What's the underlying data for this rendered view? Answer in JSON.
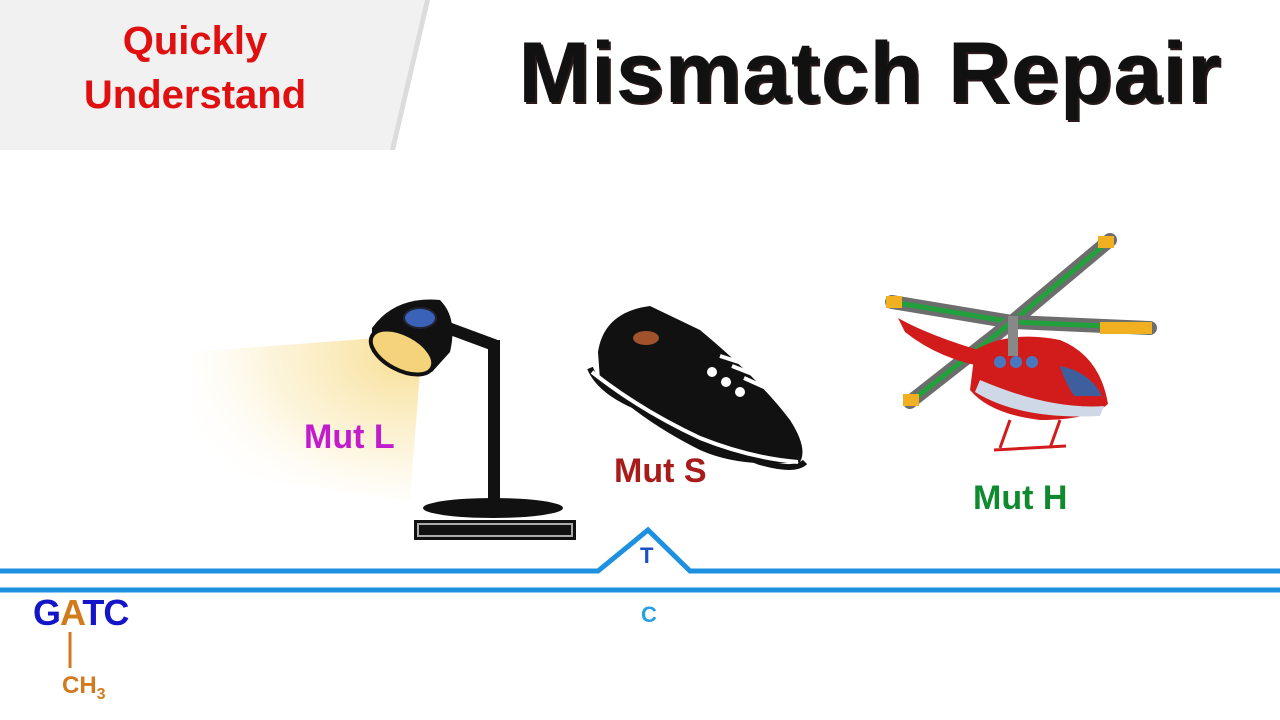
{
  "banner": {
    "line1": "Quickly",
    "line2": "Understand"
  },
  "title": "Mismatch Repair",
  "proteins": [
    {
      "label": "Mut L",
      "color": "#c21ccc",
      "icon": "desk-lamp-icon"
    },
    {
      "label": "Mut S",
      "color": "#a81b1b",
      "icon": "sneaker-icon"
    },
    {
      "label": "Mut H",
      "color": "#108a2e",
      "icon": "helicopter-icon"
    }
  ],
  "dna": {
    "strand_color": "#1e90e0",
    "site": {
      "g": "G",
      "a": "A",
      "tc": "TC"
    },
    "methyl": "CH",
    "methyl_sub": "3",
    "mismatch_top": "T",
    "mismatch_bottom": "C"
  }
}
